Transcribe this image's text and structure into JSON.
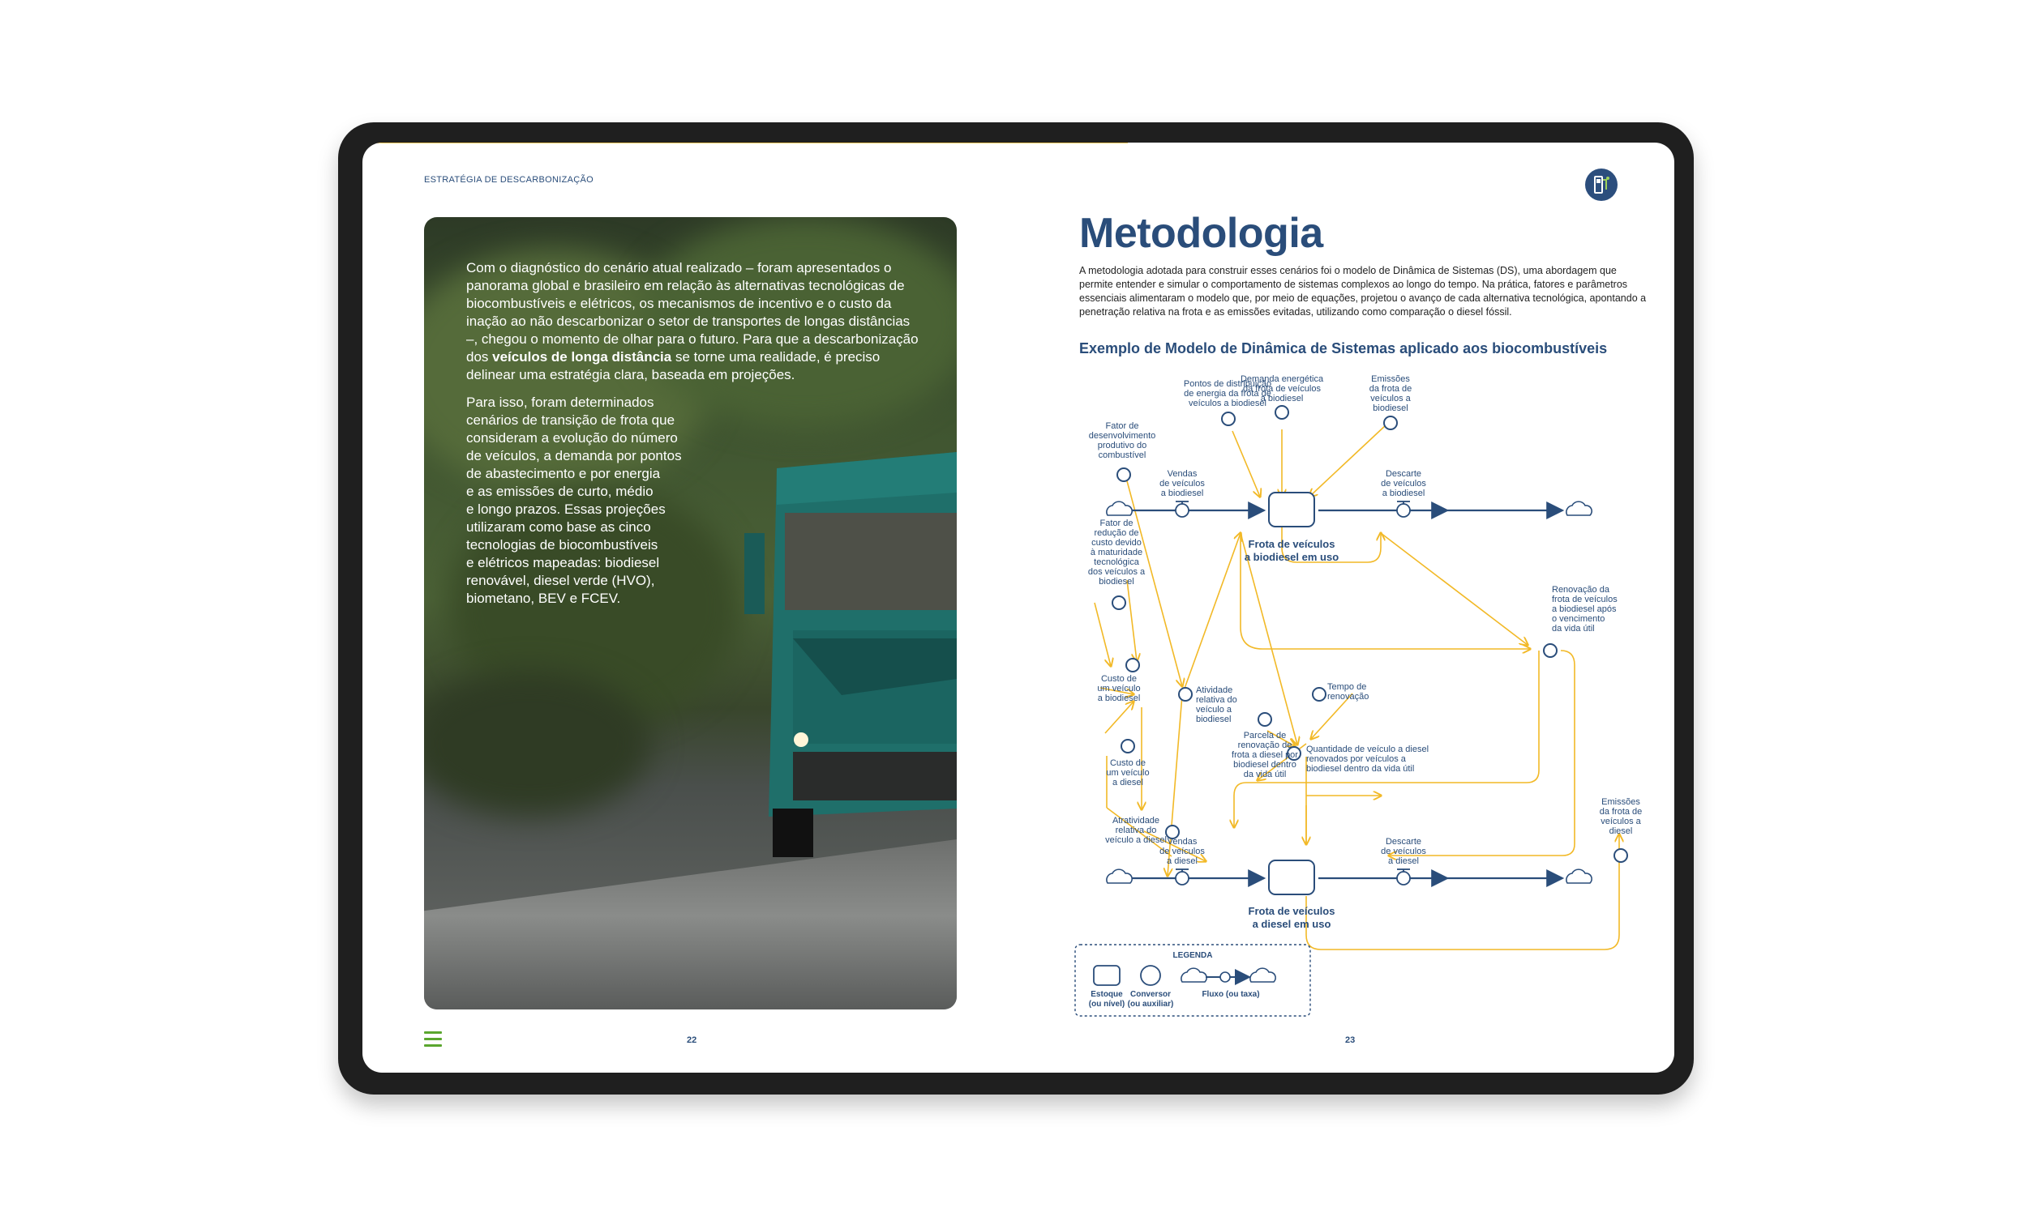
{
  "left_page": {
    "header": "ESTRATÉGIA DE DESCARBONIZAÇÃO",
    "para1": [
      "Com o diagnóstico do cenário atual realizado – foram apresentados o",
      "panorama global e brasileiro em relação às alternativas tecnológicas de",
      "biocombustíveis e elétricos, os mecanismos de incentivo e o custo da",
      "inação ao não descarbonizar o setor de transportes de longas distâncias",
      "–, chegou o momento de olhar para o futuro. Para que a descarbonização"
    ],
    "para1_pre": "dos ",
    "para1_bold": "veículos de longa distância",
    "para1_post": " se torne uma realidade, é preciso",
    "para1_last": "delinear uma estratégia clara, baseada em projeções.",
    "para2": [
      "Para isso, foram determinados",
      "cenários de transição de frota que",
      "consideram a evolução do número",
      "de veículos, a demanda por pontos",
      "de abastecimento e por energia",
      "e as emissões de curto, médio",
      "e longo prazos. Essas projeções",
      "utilizaram como base as cinco",
      "tecnologias de biocombustíveis",
      "e elétricos mapeadas: biodiesel",
      "renovável, diesel verde (HVO),",
      "biometano, BEV e FCEV."
    ],
    "page_number": "22"
  },
  "right_page": {
    "title": "Metodologia",
    "intro": "A metodologia adotada para construir esses cenários foi o modelo de Dinâmica de Sistemas (DS), uma abordagem que permite entender e simular o comportamento de sistemas complexos ao longo do tempo. Na prática, fatores e parâmetros essenciais alimentaram o modelo que, por meio de equações, projetou o avanço de cada alternativa tecnológica, apontando a penetração relativa na frota e as emissões evitadas, utilizando como comparação o diesel fóssil.",
    "subtitle": "Exemplo de Modelo de Dinâmica de Sistemas aplicado aos biocombustíveis",
    "page_number": "23",
    "diagram": {
      "pontos": [
        "Pontos de distribuição",
        "de energia da frota de",
        "veículos a biodiesel"
      ],
      "demanda": [
        "Demanda energética",
        "da frota de veículos",
        "a biodiesel"
      ],
      "emissoes_bio": [
        "Emissões",
        "da frota de",
        "veículos a",
        "biodiesel"
      ],
      "fator_des": [
        "Fator de",
        "desenvolvimento",
        "produtivo do",
        "combustível"
      ],
      "vendas_bio": [
        "Vendas",
        "de veículos",
        "a biodiesel"
      ],
      "descarte_bio": [
        "Descarte",
        "de veículos",
        "a biodiesel"
      ],
      "fator_red": [
        "Fator de",
        "redução de",
        "custo devido",
        "à maturidade",
        "tecnológica",
        "dos veículos a",
        "biodiesel"
      ],
      "frota_bio": [
        "Frota de veículos",
        "a biodiesel em uso"
      ],
      "renovacao": [
        "Renovação da",
        "frota de veículos",
        "a biodiesel após",
        "o vencimento",
        "da vida útil"
      ],
      "custo_bio": [
        "Custo de",
        "um veículo",
        "a biodiesel"
      ],
      "atividade": [
        "Atividade",
        "relativa do",
        "veículo a",
        "biodiesel"
      ],
      "tempo": [
        "Tempo de",
        "renovação"
      ],
      "parcela": [
        "Parcela de",
        "renovação de",
        "frota a diesel por",
        "biodiesel dentro",
        "da vida útil"
      ],
      "quantidade": [
        "Quantidade de veículo a diesel",
        "renovados por veículos a",
        "biodiesel dentro da vida útil"
      ],
      "custo_diesel": [
        "Custo de",
        "um veículo",
        "a diesel"
      ],
      "atratividade": [
        "Atratividade",
        "relativa do",
        "veículo a diesel"
      ],
      "emissoes_diesel": [
        "Emissões",
        "da frota de",
        "veículos a",
        "diesel"
      ],
      "vendas_diesel": [
        "Vendas",
        "de veículos",
        "a diesel"
      ],
      "descarte_diesel": [
        "Descarte",
        "de veículos",
        "a diesel"
      ],
      "frota_diesel": [
        "Frota de veículos",
        "a diesel em uso"
      ],
      "legend_title": "LEGENDA",
      "legend_estoque": [
        "Estoque",
        "(ou nível)"
      ],
      "legend_conversor": [
        "Conversor",
        "(ou auxiliar)"
      ],
      "legend_fluxo": "Fluxo (ou taxa)"
    }
  },
  "colors": {
    "navy": "#2a4d7a",
    "link": "#f2b927",
    "accent": "#5aa62e"
  }
}
